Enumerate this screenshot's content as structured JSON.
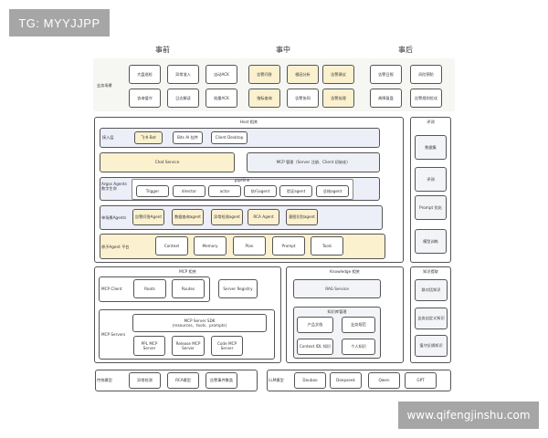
{
  "watermarks": {
    "top_left": "TG: MYYJJPP",
    "bottom_right": "www.qifengjinshu.com"
  },
  "phases": {
    "before": "事前",
    "during": "事中",
    "after": "事后"
  },
  "business": {
    "label": "业务场景",
    "before": [
      [
        "大盘巡检",
        "异常准入",
        "自动ACK"
      ],
      [
        "咨询值守",
        "日志解读",
        "批量ACK"
      ]
    ],
    "during": [
      [
        "告警问答",
        "根因分析",
        "告警建议"
      ],
      [
        "指标查询",
        "告警协同",
        "告警处理"
      ]
    ],
    "after": [
      [
        "告警日报",
        "风险预防"
      ],
      [
        "故障复盘",
        "告警规则优化"
      ]
    ]
  },
  "host": {
    "title": "Host 相关",
    "access_layer": {
      "label": "接入层",
      "items": [
        "飞书 Bot",
        "Bits AI 挂件",
        "Client Desktop"
      ]
    },
    "chat_service": "Chat Service",
    "mcp_manage": "MCP 管理（Server 注册、Client 初始化）",
    "argos": {
      "label": "Argos Agents\n数字生命",
      "pipeline_label": "pipeline",
      "items": [
        "Trigger",
        "director",
        "actor",
        "执行agent",
        "验证agent",
        "总结agent"
      ]
    },
    "single_scene": {
      "label": "单场景Agents",
      "items": [
        "告警问答Agent",
        "数据查询agent",
        "异常检测agent",
        "RCA Agent",
        "意图识别agent"
      ]
    },
    "platform": {
      "label": "原子Agent 平台",
      "items": [
        "Context",
        "Memory",
        "Plan",
        "Prompt",
        "Tools"
      ]
    }
  },
  "eval": {
    "title": "评测",
    "items": [
      "数据集",
      "评测",
      "Prompt 优化",
      "模型训练"
    ]
  },
  "mcp": {
    "title": "MCP 相关",
    "client_label": "MCP Client",
    "client_items": [
      "Roots",
      "Routes"
    ],
    "server_registry": "Server Registry",
    "servers_label": "MCP Servers",
    "sdk_line1": "MCP Server SDK",
    "sdk_line2": "(resources、tools、prompts)",
    "servers": [
      "PPL MCP\nServer",
      "Release MCP\nServer",
      "Code MCP\nServer"
    ]
  },
  "knowledge": {
    "title": "Knowledge 相关",
    "rag": "RAG Service",
    "kb_title": "知识库管理",
    "kb_items": [
      "产品文档",
      "业务规范",
      "Context IDL 知识",
      "个人知识"
    ]
  },
  "extract": {
    "title": "知识提取",
    "items": [
      "群对话知识",
      "业务自定义知识",
      "值守反馈知识"
    ]
  },
  "traditional": {
    "label": "传统模型",
    "items": [
      "异常检测",
      "RCA模型",
      "告警事件聚类"
    ]
  },
  "llm": {
    "label": "LLM模型",
    "items": [
      "Doubao",
      "Deepseek",
      "Qwen",
      "GPT"
    ]
  }
}
